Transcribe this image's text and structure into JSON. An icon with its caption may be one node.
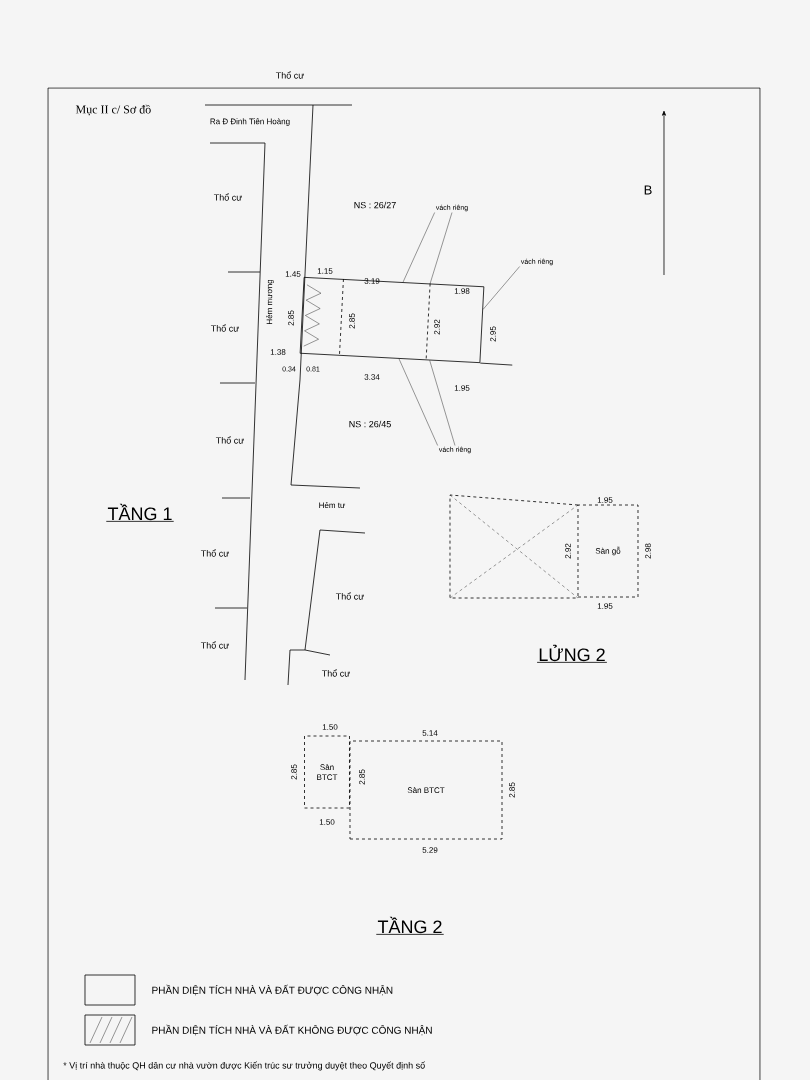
{
  "diagram": {
    "title": "Mục II c/ Sơ đồ",
    "nodes": [
      {
        "text": [
          "vách riêng"
        ]
      },
      {
        "text": [
          "vách riêng"
        ]
      },
      {
        "text": [
          "vách riêng"
        ]
      },
      {
        "text": [],
        "shape": "box"
      },
      {
        "text": [
          "Sàn gỗ"
        ]
      },
      {
        "text": [
          "Sàn BTCT"
        ]
      },
      {
        "text": [
          "Sàn BTCT"
        ]
      }
    ],
    "edges": [
      {
        "from": 0,
        "to": 3,
        "arrow": "none"
      },
      {
        "from": 0,
        "to": 3,
        "arrow": "none"
      },
      {
        "from": 1,
        "to": 3,
        "arrow": "none"
      },
      {
        "from": 2,
        "to": 3,
        "arrow": "none"
      },
      {
        "from": 2,
        "to": 3,
        "arrow": "none"
      }
    ],
    "labels": [
      "Thổ cư",
      "Ra Đ Đinh Tiên Hoàng",
      "Thổ cư",
      "NS : 26/27",
      "Hẻm mương",
      "1.15",
      "3.19",
      "1.98",
      "1.45",
      "Thổ cư",
      "2.85",
      "2.85",
      "2.92",
      "2.95",
      "1.38",
      "0.34",
      "0.81",
      "3.34",
      "1.95",
      "NS : 26/45",
      "Thổ cư",
      "TẦNG 1",
      "Hẻm tư",
      "1.95",
      "2.92",
      "2.98",
      "1.95",
      "Thổ cư",
      "Thổ cư",
      "Thổ cư",
      "LỬNG 2",
      "Thổ cư",
      "1.50",
      "5.14",
      "2.85",
      "2.85",
      "2.85",
      "1.50",
      "5.29",
      "TẦNG 2",
      "* Vị trí nhà thuộc QH dân cư nhà vườn được Kiến trúc sư trưởng duyệt theo Quyết định số",
      "B"
    ],
    "legend": [
      {
        "text": "PHẦN DIỆN TÍCH NHÀ VÀ ĐẤT ĐƯỢC CÔNG NHẬN"
      },
      {
        "text": "PHẦN DIỆN TÍCH NHÀ VÀ ĐẤT KHÔNG ĐƯỢC CÔNG NHẬN"
      }
    ]
  }
}
